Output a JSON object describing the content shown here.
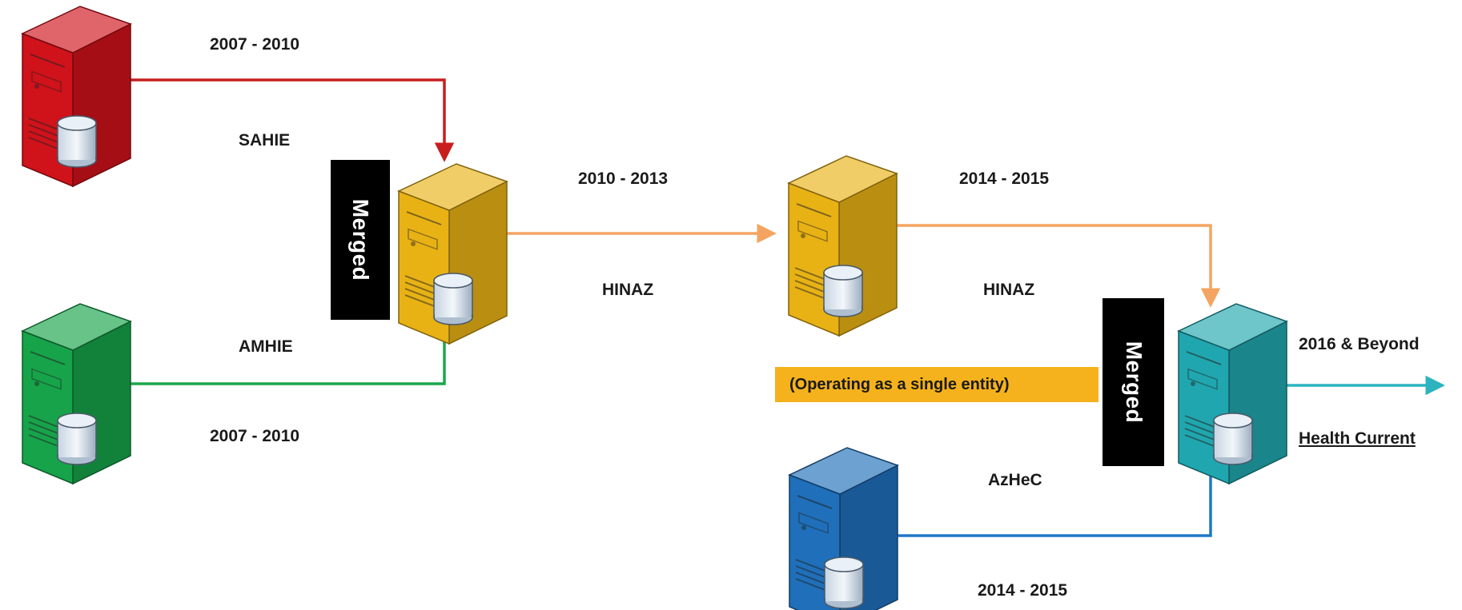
{
  "nodes": {
    "sahie": {
      "name": "SAHIE",
      "period": "2007 - 2010",
      "color": "#d0121b"
    },
    "amhie": {
      "name": "AMHIE",
      "period": "2007 - 2010",
      "color": "#17a34a"
    },
    "hinaz_first": {
      "name": "HINAZ",
      "period": "2010 - 2013",
      "color": "#e8b215"
    },
    "hinaz_second": {
      "name": "HINAZ",
      "period": "2014 - 2015",
      "color": "#e8b215"
    },
    "azhec": {
      "name": "AzHeC",
      "period": "2014 - 2015",
      "color": "#1f6fba"
    },
    "health_current": {
      "name": "Health Current",
      "period": "2016 & Beyond",
      "color": "#20a6ae"
    }
  },
  "merged_labels": {
    "first": "Merged",
    "second": "Merged"
  },
  "note": "(Operating as a single entity)",
  "arrow_colors": {
    "red": "#c81e1e",
    "green": "#19a84a",
    "orange": "#f4a460",
    "blue": "#1f78c8",
    "teal": "#2bb3c0"
  },
  "icons": [
    "server-database-icon"
  ]
}
